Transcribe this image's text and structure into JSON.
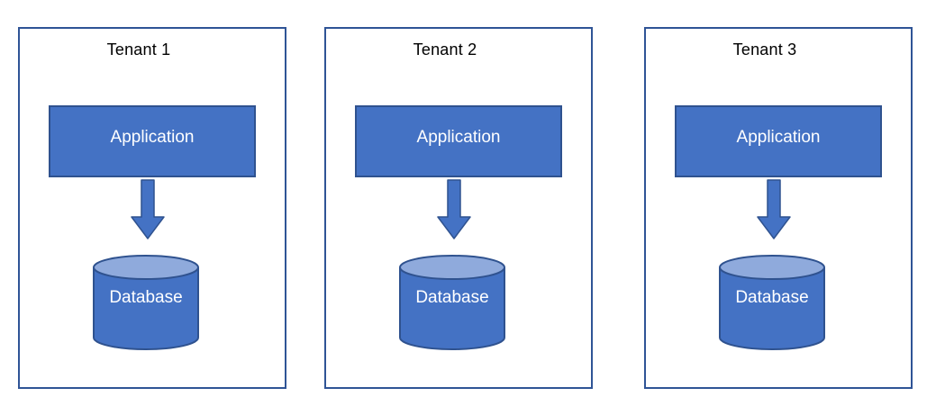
{
  "diagram": {
    "type": "multi-tenant-architecture",
    "tenants": [
      {
        "label": "Tenant 1",
        "application_label": "Application",
        "database_label": "Database"
      },
      {
        "label": "Tenant 2",
        "application_label": "Application",
        "database_label": "Database"
      },
      {
        "label": "Tenant 3",
        "application_label": "Application",
        "database_label": "Database"
      }
    ],
    "connector_icon": "arrow-down-icon",
    "colors": {
      "background": "#FFFFFF",
      "container_border": "#2F5496",
      "shape_fill": "#4472C4",
      "shape_border": "#2F528F",
      "cylinder_top_fill": "#8FAADC",
      "title_text": "#000000",
      "shape_text": "#FFFFFF"
    }
  }
}
